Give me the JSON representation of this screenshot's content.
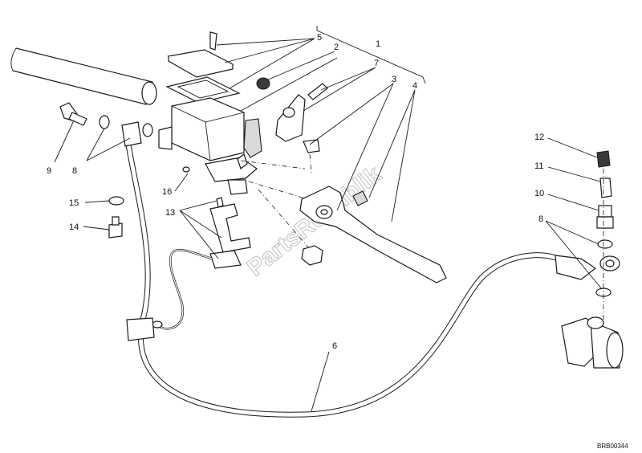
{
  "watermark": "PartsRepublik",
  "drawing_code": "BRB00344",
  "callouts": [
    {
      "id": "c1",
      "text": "1"
    },
    {
      "id": "c2",
      "text": "2"
    },
    {
      "id": "c3",
      "text": "3"
    },
    {
      "id": "c4",
      "text": "4"
    },
    {
      "id": "c5",
      "text": "5"
    },
    {
      "id": "c6",
      "text": "6"
    },
    {
      "id": "c7",
      "text": "7"
    },
    {
      "id": "c8a",
      "text": "8"
    },
    {
      "id": "c8b",
      "text": "8"
    },
    {
      "id": "c9",
      "text": "9"
    },
    {
      "id": "c10",
      "text": "10"
    },
    {
      "id": "c11",
      "text": "11"
    },
    {
      "id": "c12",
      "text": "12"
    },
    {
      "id": "c13",
      "text": "13"
    },
    {
      "id": "c14",
      "text": "14"
    },
    {
      "id": "c15",
      "text": "15"
    },
    {
      "id": "c16",
      "text": "16"
    }
  ]
}
